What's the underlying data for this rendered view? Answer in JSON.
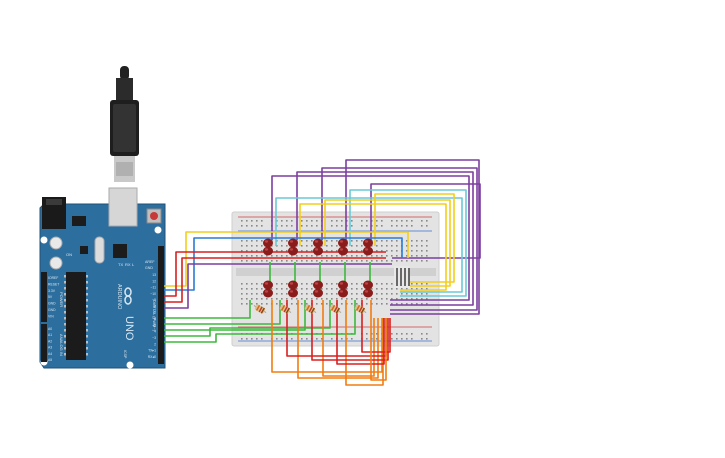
{
  "arduino": {
    "board_name": "UNO",
    "brand": "ARDUINO",
    "on_label": "ON",
    "tx_label": "TX",
    "rx_label": "RX",
    "l_label": "L",
    "aref_label": "AREF",
    "gnd_label": "GND",
    "digital_label": "DIGITAL (PWM~)",
    "power_label": "POWER",
    "analog_label": "ANALOG IN",
    "icsp_label": "ICSP",
    "power_pins": [
      "IOREF",
      "RESET",
      "3.3V",
      "5V",
      "GND",
      "GND",
      "VIN"
    ],
    "analog_pins": [
      "A0",
      "A1",
      "A2",
      "A3",
      "A4",
      "A5"
    ],
    "digital_pins": [
      "13",
      "12",
      "~11",
      "~10",
      "~9",
      "8",
      "7",
      "~6",
      "~5",
      "4",
      "~3",
      "2",
      "TX▸1",
      "RX◂0"
    ]
  },
  "colors": {
    "board": "#2c6e9e",
    "board_edge": "#1f5277",
    "breadboard": "#e4e4e4",
    "led": "#8b1c1c",
    "wire_purple": "#7b3fa0",
    "wire_yellow": "#f2cf1d",
    "wire_cyan": "#6cc8d6",
    "wire_orange": "#f07d10",
    "wire_red": "#d82020",
    "wire_green": "#3db83d",
    "wire_blue": "#2c7bd6"
  },
  "icons": [
    "usb-cable-icon",
    "reset-button-icon",
    "power-jack-icon",
    "infinity-logo-icon"
  ]
}
